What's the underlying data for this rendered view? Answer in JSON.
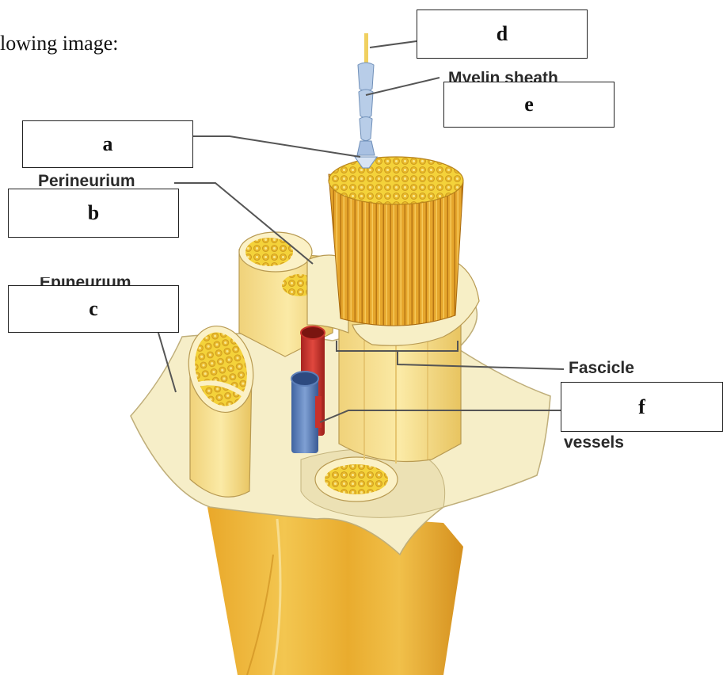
{
  "intro_text": "lowing image:",
  "answer_boxes": [
    {
      "id": "a",
      "letter": "a"
    },
    {
      "id": "b",
      "letter": "b"
    },
    {
      "id": "c",
      "letter": "c"
    },
    {
      "id": "d",
      "letter": "d"
    },
    {
      "id": "e",
      "letter": "e"
    },
    {
      "id": "f",
      "letter": "f"
    }
  ],
  "printed_labels": {
    "perineurium": "Perineurium",
    "epineurium": "Epineurium",
    "myelin_sheath": "Myelin sheath",
    "fascicle": "Fascicle",
    "vessels": "vessels"
  },
  "colors": {
    "nerve_yellow": "#e8b431",
    "nerve_orange": "#d8941c",
    "sheath_cream": "#f7efc6",
    "artery_red": "#c8312b",
    "vein_blue": "#5d7fb8"
  }
}
